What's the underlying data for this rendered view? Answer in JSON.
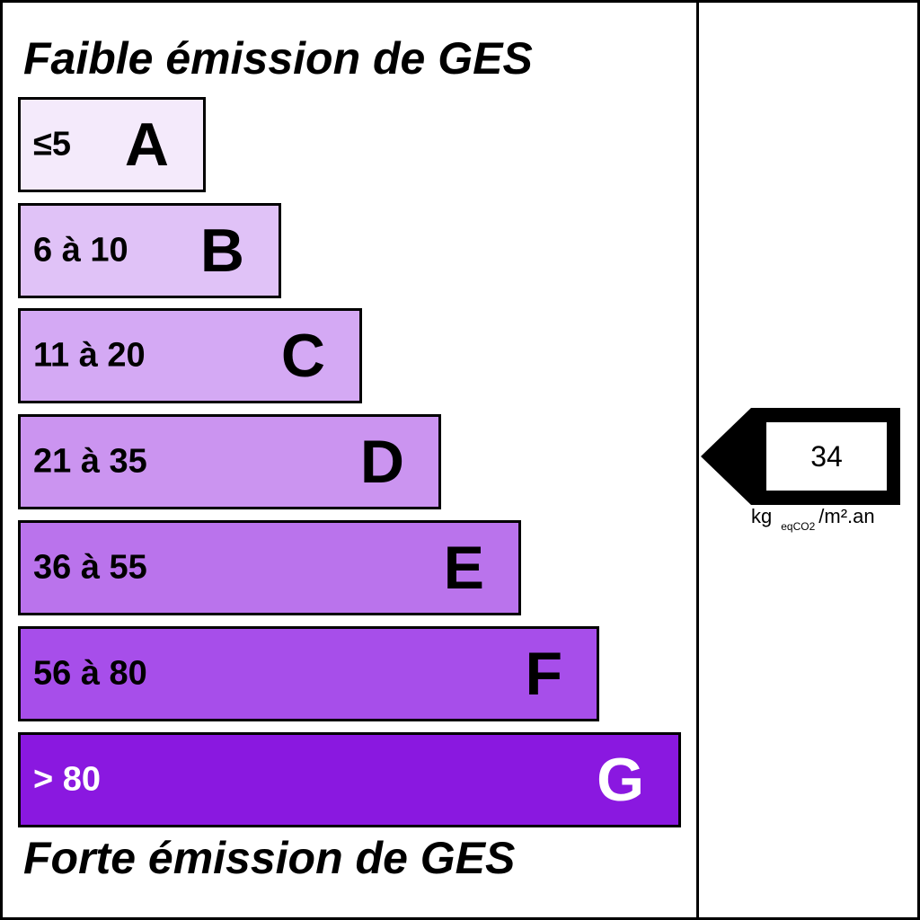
{
  "title_top": "Faible émission de GES",
  "title_bottom": "Forte émission de GES",
  "classes": [
    {
      "letter": "A",
      "range": "≤5",
      "color": "#f4eafb",
      "text_color": "#000000"
    },
    {
      "letter": "B",
      "range": "6 à 10",
      "color": "#e0c2f7",
      "text_color": "#000000"
    },
    {
      "letter": "C",
      "range": "11 à 20",
      "color": "#d4a9f4",
      "text_color": "#000000"
    },
    {
      "letter": "D",
      "range": "21 à 35",
      "color": "#cb94f0",
      "text_color": "#000000"
    },
    {
      "letter": "E",
      "range": "36 à 55",
      "color": "#ba73ec",
      "text_color": "#000000"
    },
    {
      "letter": "F",
      "range": "56 à 80",
      "color": "#a74eea",
      "text_color": "#000000"
    },
    {
      "letter": "G",
      "range": "> 80",
      "color": "#8a18e0",
      "text_color": "#ffffff"
    }
  ],
  "indicator": {
    "value": "34",
    "class": "D",
    "unit_main": "kg",
    "unit_sub": "eqCO2",
    "unit_tail": "/m².an"
  }
}
